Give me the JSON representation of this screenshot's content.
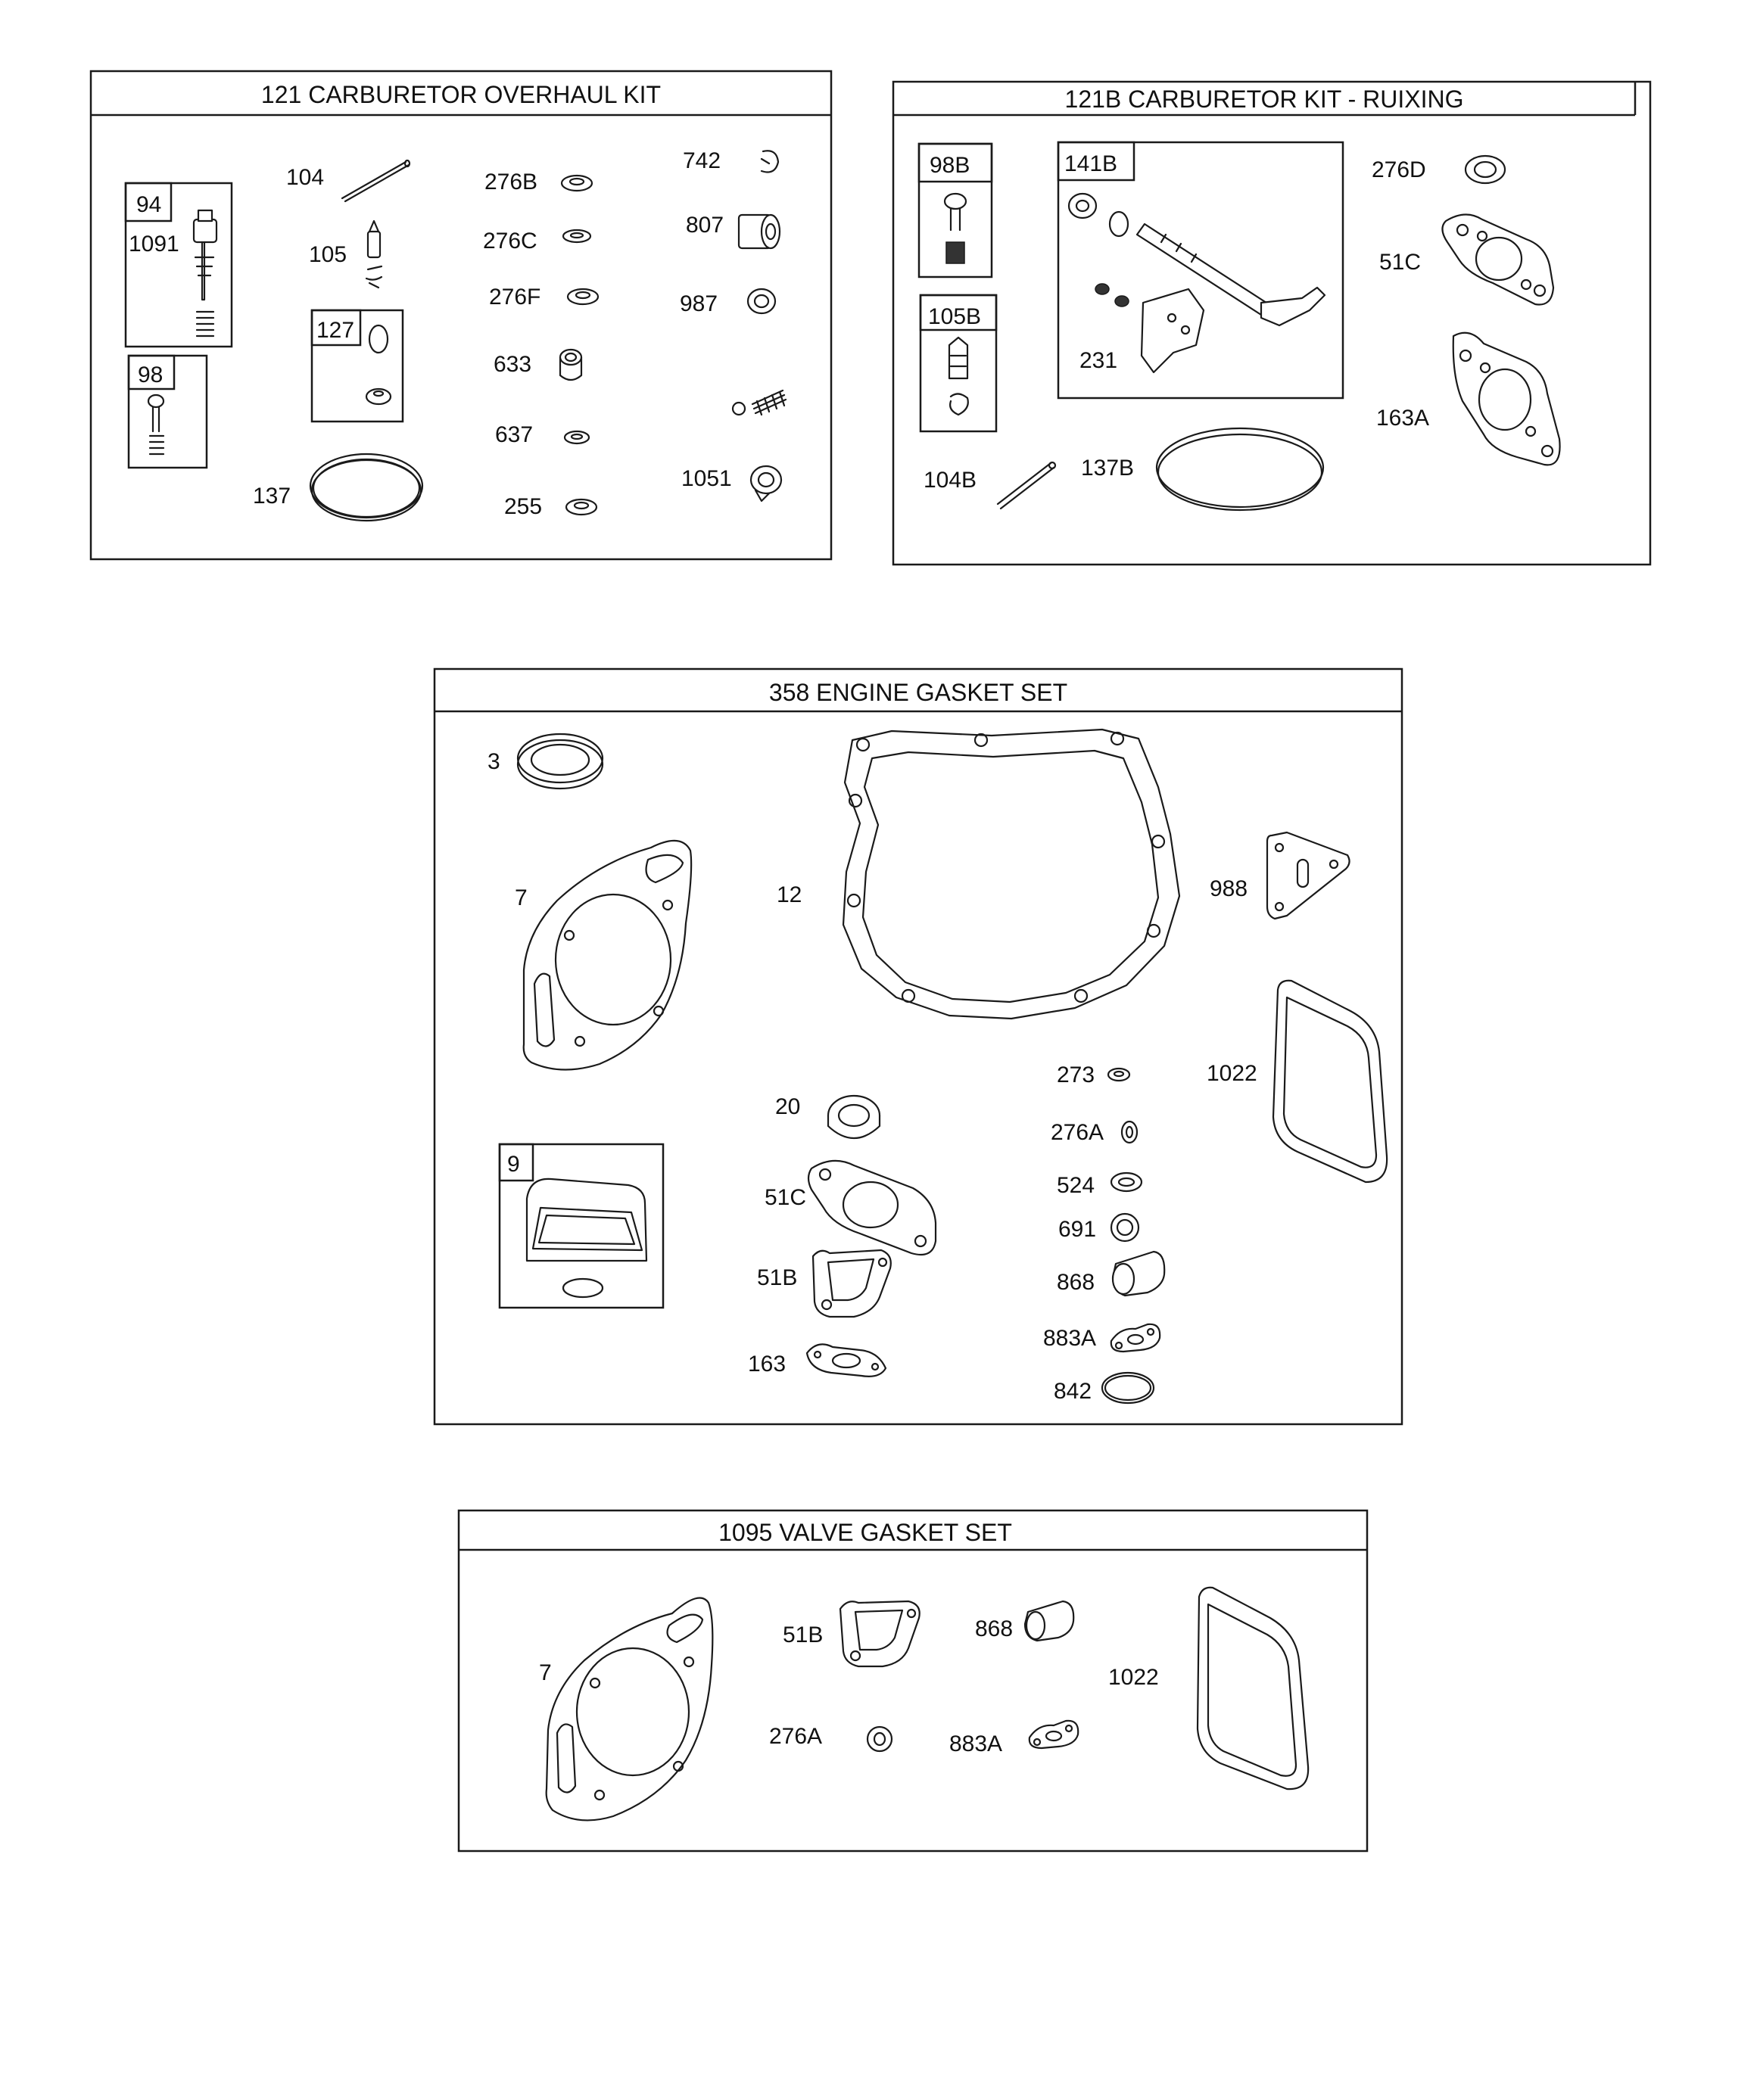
{
  "kits": [
    {
      "title": "121 CARBURETOR OVERHAUL KIT",
      "labels": [
        "104",
        "276B",
        "742",
        "1091",
        "105",
        "276C",
        "807",
        "276F",
        "987",
        "633",
        "637",
        "1051",
        "137",
        "255"
      ],
      "subkits": [
        {
          "label": "94"
        },
        {
          "label": "98"
        },
        {
          "label": "127"
        }
      ]
    },
    {
      "title": "121B CARBURETOR KIT - RUIXING",
      "labels": [
        "276D",
        "51C",
        "231",
        "163A",
        "104B",
        "137B"
      ],
      "subkits": [
        {
          "label": "98B"
        },
        {
          "label": "105B"
        },
        {
          "label": "141B"
        }
      ]
    },
    {
      "title": "358 ENGINE GASKET SET",
      "labels": [
        "3",
        "7",
        "12",
        "988",
        "20",
        "273",
        "1022",
        "276A",
        "51C",
        "524",
        "691",
        "51B",
        "868",
        "883A",
        "163",
        "842"
      ],
      "subkits": [
        {
          "label": "9"
        }
      ]
    },
    {
      "title": "1095 VALVE GASKET SET",
      "labels": [
        "51B",
        "868",
        "7",
        "1022",
        "276A",
        "883A"
      ],
      "subkits": []
    }
  ]
}
